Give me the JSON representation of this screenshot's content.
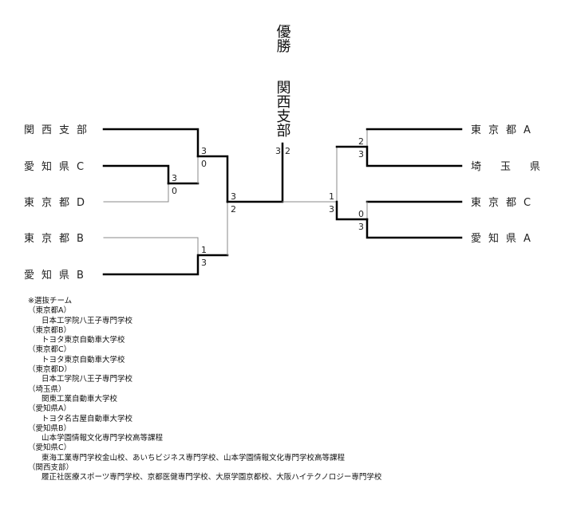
{
  "champion": {
    "label": "優勝",
    "name": "関西支部",
    "final_score_left": "3",
    "final_score_right": "2"
  },
  "left_teams": [
    "関西支部",
    "愛知県C",
    "東京都D",
    "東京都B",
    "愛知県B"
  ],
  "right_teams": [
    "東京都A",
    "埼玉県",
    "東京都C",
    "愛知県A"
  ],
  "matches": {
    "aichiC_vs_tokyoD": [
      "3",
      "0"
    ],
    "kansai_vs_aichiC": [
      "3",
      "0"
    ],
    "tokyoB_vs_aichiB": [
      "1",
      "3"
    ],
    "kansai_vs_aichiB": [
      "3",
      "2"
    ],
    "tokyoA_vs_saitama": [
      "2",
      "3"
    ],
    "tokyoC_vs_aichiA": [
      "0",
      "3"
    ],
    "saitama_vs_aichiA": [
      "1",
      "3"
    ]
  },
  "notes": {
    "title": "※選抜チーム",
    "entries": [
      {
        "team": "（東京都A）",
        "schools": "日本工学院八王子専門学校"
      },
      {
        "team": "（東京都B）",
        "schools": "トヨタ東京自動車大学校"
      },
      {
        "team": "（東京都C）",
        "schools": "トヨタ東京自動車大学校"
      },
      {
        "team": "（東京都D）",
        "schools": "日本工学院八王子専門学校"
      },
      {
        "team": "（埼玉県）",
        "schools": "関東工業自動車大学校"
      },
      {
        "team": "（愛知県A）",
        "schools": "トヨタ名古屋自動車大学校"
      },
      {
        "team": "（愛知県B）",
        "schools": "山本学園情報文化専門学校高等課程"
      },
      {
        "team": "（愛知県C）",
        "schools": "東海工業専門学校金山校、あいちビジネス専門学校、山本学園情報文化専門学校高等課程"
      },
      {
        "team": "（関西支部）",
        "schools": "履正社医療スポーツ専門学校、京都医健専門学校、大原学園京都校、大阪ハイテクノロジー専門学校"
      }
    ]
  }
}
